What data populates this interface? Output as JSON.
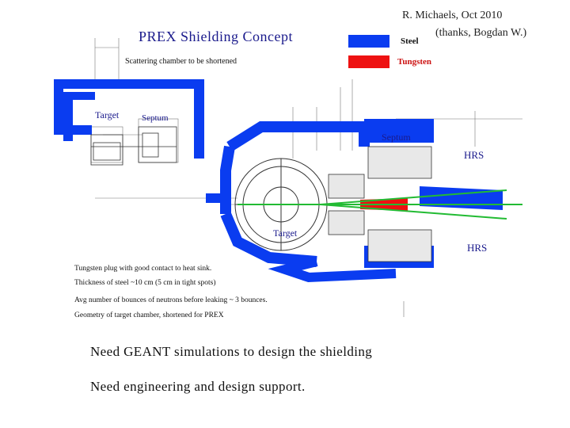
{
  "slide": {
    "title": "PREX Shielding Concept",
    "credit_line1": "R. Michaels, Oct 2010",
    "credit_line2": "(thanks, Bogdan W.)"
  },
  "legend": {
    "steel": {
      "label": "Steel",
      "color": "#0a3cf0"
    },
    "tungsten": {
      "label": "Tungsten",
      "color": "#ee1111"
    }
  },
  "diagram_labels": {
    "scattering_chamber": "Scattering chamber to be shortened",
    "target_upper": "Target",
    "septum_upper": "Septum",
    "septum_right": "Septum",
    "hrs_upper": "HRS",
    "target_lower": "Target",
    "hrs_lower": "HRS"
  },
  "notes": [
    "Tungsten plug with good contact to heat sink.",
    "Thickness of steel ~10 cm (5 cm in tight spots)",
    "Avg number of bounces of neutrons before leaking ~ 3 bounces.",
    "Geometry of target chamber, shortened for PREX"
  ],
  "bottom_text": {
    "line1": "Need GEANT simulations to design the shielding",
    "line2": "Need engineering and design support."
  },
  "colors": {
    "steel": "#0a3cf0",
    "tungsten": "#ee1111",
    "beam_green": "#22bb33",
    "title_blue": "#1a1a8c"
  }
}
